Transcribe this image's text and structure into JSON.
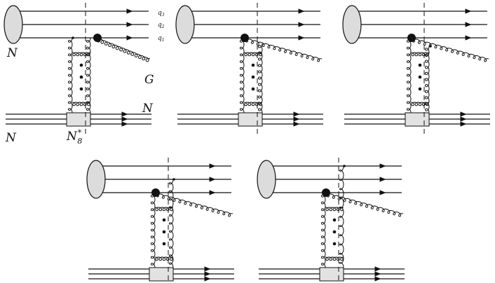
{
  "labels": {
    "nucleon_top": "N",
    "nucleon_bottom_left": "N",
    "nucleon_out": "N",
    "gluon": "G",
    "q3": "q",
    "q3_sub": "3",
    "q2": "q",
    "q2_sub": "2",
    "q1": "q",
    "q1_sub": "1",
    "excited": "N",
    "excited_sub": "8",
    "excited_sup": "*"
  },
  "colors": {
    "ink": "#111111",
    "blob_fill": "#dcdcdc",
    "rect_fill": "#e2e2e2"
  }
}
